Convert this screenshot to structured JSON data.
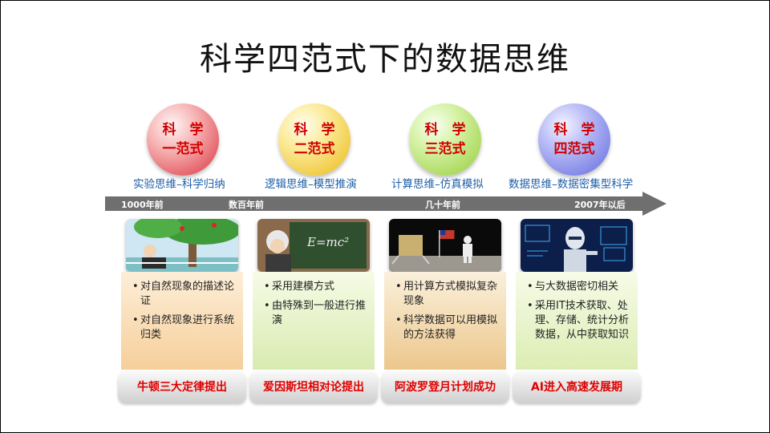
{
  "title": "科学四范式下的数据思维",
  "stages": [
    {
      "circle_line1": "科　学",
      "circle_line2": "一范式",
      "paradigm": "实验思维–科学归纳",
      "image_icon": "newton-apple-tree-image",
      "bullets": [
        "对自然现象的描述论证",
        "对自然现象进行系统归类"
      ],
      "milestone": "牛顿三大定律提出"
    },
    {
      "circle_line1": "科　学",
      "circle_line2": "二范式",
      "paradigm": "逻辑思维–模型推演",
      "image_icon": "einstein-blackboard-image",
      "blackboard_text": "E=mc²",
      "bullets": [
        "采用建模方式",
        "由特殊到一般进行推演"
      ],
      "milestone": "爱因斯坦相对论提出"
    },
    {
      "circle_line1": "科　学",
      "circle_line2": "三范式",
      "paradigm": "计算思维–仿真模拟",
      "image_icon": "moon-landing-image",
      "bullets": [
        "用计算方式模拟复杂现象",
        "科学数据可以用模拟的方法获得"
      ],
      "milestone": "阿波罗登月计划成功"
    },
    {
      "circle_line1": "科　学",
      "circle_line2": "四范式",
      "paradigm": "数据思维–数据密集型科学",
      "image_icon": "ai-robot-image",
      "bullets": [
        "与大数据密切相关",
        "采用IT技术获取、处理、存储、统计分析数据，从中获取知识"
      ],
      "milestone": "AI进入高速发展期"
    }
  ],
  "timeline": [
    "1000年前",
    "数百年前",
    "几十年前",
    "2007年以后"
  ],
  "colors": {
    "title": "#111111",
    "circle_text": "#d00000",
    "paradigm_text": "#1f5fa8",
    "milestone_text": "#e00000",
    "arrow": "#6f6f6f"
  }
}
